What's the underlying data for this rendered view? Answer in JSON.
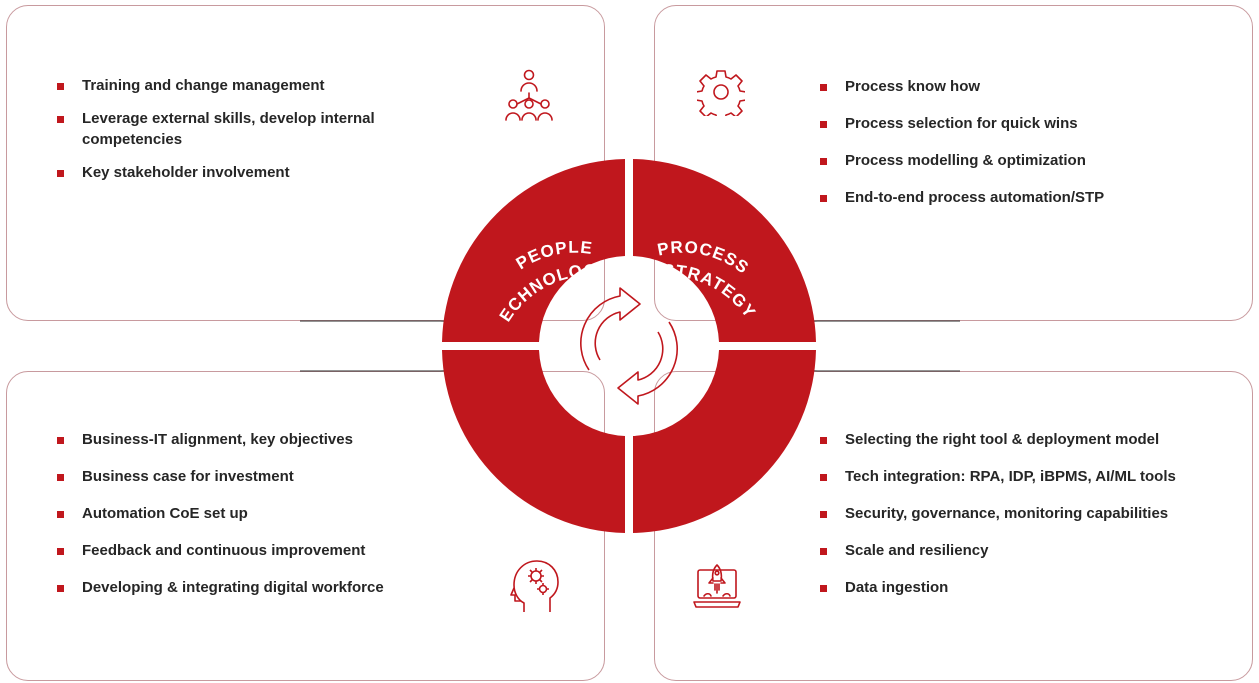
{
  "colors": {
    "accent": "#c0171d",
    "border": "#c89a9e",
    "text": "#262626"
  },
  "wheel": {
    "people": "PEOPLE",
    "process": "PROCESS",
    "technology": "TECHNOLOGY",
    "strategy": "STRATEGY",
    "center_icon": "refresh-cycle-icon"
  },
  "people": {
    "icon": "team-hierarchy-icon",
    "items": [
      "Training  and change management",
      "Leverage external skills, develop internal competencies",
      "Key stakeholder involvement"
    ]
  },
  "process": {
    "icon": "gear-icon",
    "items": [
      "Process know how",
      "Process selection for quick wins",
      "Process modelling & optimization",
      "End-to-end process automation/STP"
    ]
  },
  "strategy": {
    "icon": "head-gears-icon",
    "items": [
      "Business-IT alignment, key objectives",
      "Business case for investment",
      "Automation CoE set up",
      "Feedback and continuous improvement",
      "Developing & integrating digital workforce"
    ]
  },
  "technology": {
    "icon": "laptop-rocket-icon",
    "items": [
      "Selecting the right tool & deployment model",
      "Tech integration: RPA, IDP, iBPMS, AI/ML tools",
      "Security, governance, monitoring capabilities",
      "Scale and resiliency",
      "Data ingestion"
    ]
  }
}
